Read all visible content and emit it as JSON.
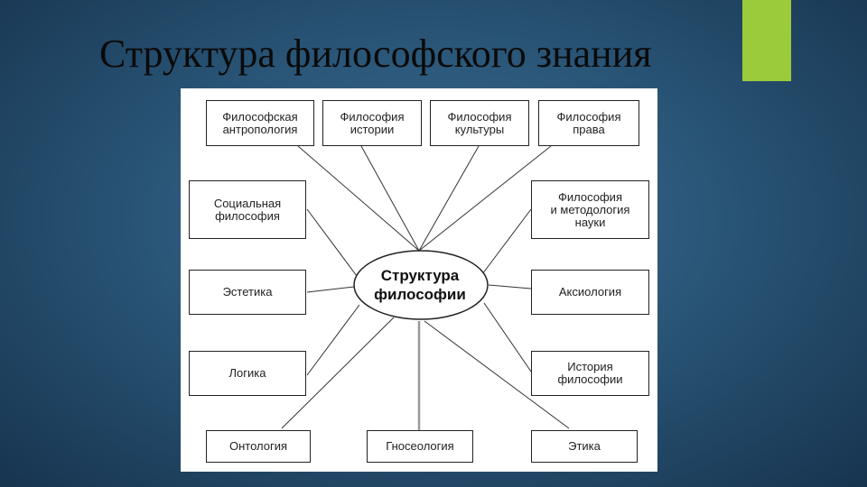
{
  "slide": {
    "title": "Структура философского знания"
  },
  "colors": {
    "accent": "#9bcb3b",
    "background": "#2a5678",
    "panel": "#ffffff",
    "line": "#333333",
    "gnoseology_line": "#999999"
  },
  "diagram": {
    "center_label": "Структура\nфилософии",
    "nodes": {
      "anthropology": "Философская\nантропология",
      "history_phil": "Философия\nистории",
      "culture": "Философия\nкультуры",
      "law": "Философия\nправа",
      "social": "Социальная\nфилософия",
      "science": "Философия\nи методология\nнауки",
      "aesthetics": "Эстетика",
      "axiology": "Аксиология",
      "logic": "Логика",
      "history_of_philosophy": "История\nфилософии",
      "ontology": "Онтология",
      "gnoseology": "Гносеология",
      "ethics": "Этика"
    }
  }
}
